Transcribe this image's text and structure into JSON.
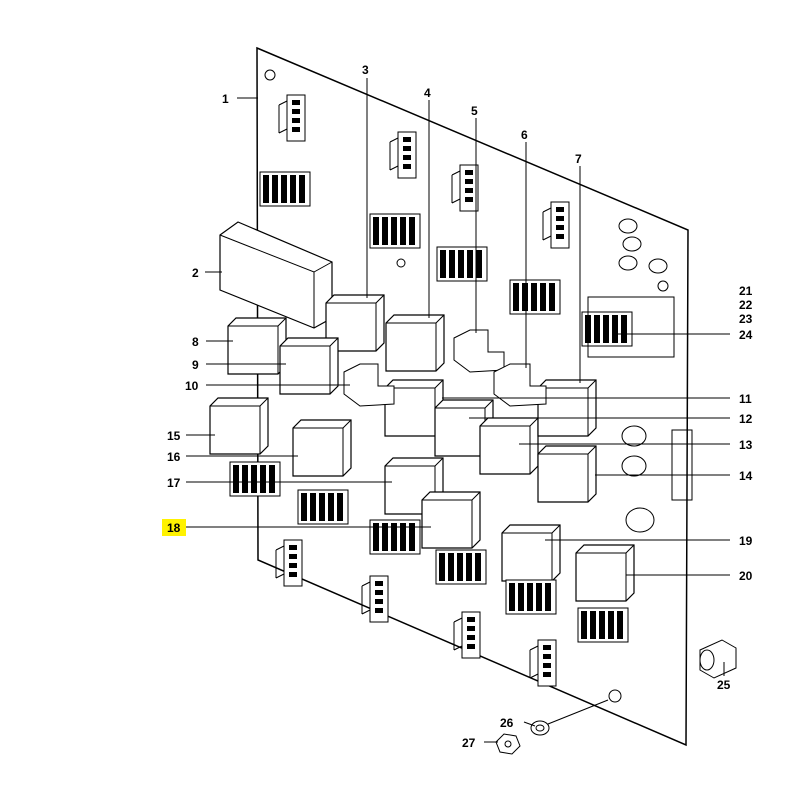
{
  "diagram": {
    "callouts": [
      {
        "id": "c1",
        "label": "1"
      },
      {
        "id": "c2",
        "label": "2"
      },
      {
        "id": "c3",
        "label": "3"
      },
      {
        "id": "c4",
        "label": "4"
      },
      {
        "id": "c5",
        "label": "5"
      },
      {
        "id": "c6",
        "label": "6"
      },
      {
        "id": "c7",
        "label": "7"
      },
      {
        "id": "c8",
        "label": "8"
      },
      {
        "id": "c9",
        "label": "9"
      },
      {
        "id": "c10",
        "label": "10"
      },
      {
        "id": "c11",
        "label": "11"
      },
      {
        "id": "c12",
        "label": "12"
      },
      {
        "id": "c13",
        "label": "13"
      },
      {
        "id": "c14",
        "label": "14"
      },
      {
        "id": "c15",
        "label": "15"
      },
      {
        "id": "c16",
        "label": "16"
      },
      {
        "id": "c17",
        "label": "17"
      },
      {
        "id": "c18",
        "label": "18",
        "highlighted": true
      },
      {
        "id": "c19",
        "label": "19"
      },
      {
        "id": "c20",
        "label": "20"
      },
      {
        "id": "c21",
        "label": "21"
      },
      {
        "id": "c22",
        "label": "22"
      },
      {
        "id": "c23",
        "label": "23"
      },
      {
        "id": "c24",
        "label": "24"
      },
      {
        "id": "c25",
        "label": "25"
      },
      {
        "id": "c26",
        "label": "26"
      },
      {
        "id": "c27",
        "label": "27"
      }
    ],
    "highlight_color": "#fff200"
  }
}
